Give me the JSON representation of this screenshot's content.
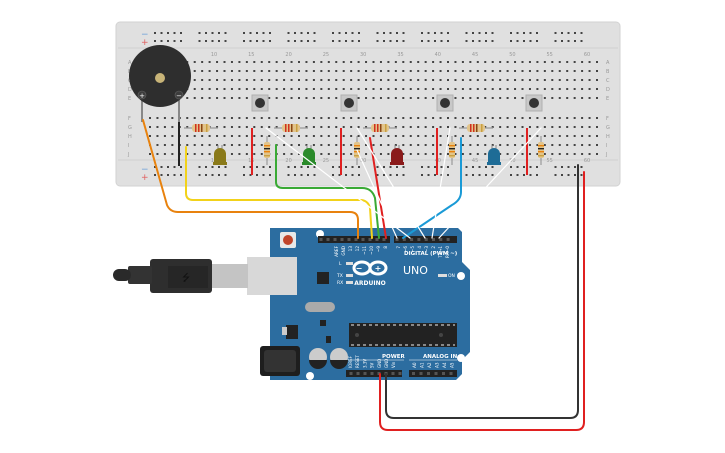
{
  "breadboard": {
    "row_letters_top": [
      "A",
      "B",
      "C",
      "D",
      "E"
    ],
    "row_letters_bottom": [
      "F",
      "G",
      "H",
      "I",
      "J"
    ],
    "column_numbers": [
      "10",
      "15",
      "20",
      "25",
      "30",
      "35",
      "40",
      "45",
      "50",
      "55",
      "60"
    ],
    "rail_minus": "−",
    "rail_plus": "+"
  },
  "buzzer": {
    "plus_label": "+",
    "minus_label": "−"
  },
  "leds": [
    {
      "name": "yellow",
      "color": "#8a7a1a"
    },
    {
      "name": "green",
      "color": "#2a8a2a"
    },
    {
      "name": "red",
      "color": "#8a1a1a"
    },
    {
      "name": "blue",
      "color": "#1e6c96"
    }
  ],
  "arduino": {
    "brand": "ARDUINO",
    "model": "UNO",
    "digital_header_label": "DIGITAL (PWM ~)",
    "digital_pins": [
      "AREF",
      "GND",
      "13",
      "12",
      "~11",
      "~10",
      "~9",
      "8",
      "7",
      "~6",
      "~5",
      "4",
      "~3",
      "2",
      "TX→1",
      "RX←0"
    ],
    "power_label": "POWER",
    "power_pins": [
      "IOREF",
      "RESET",
      "3.3V",
      "5V",
      "GND",
      "GND",
      "Vin"
    ],
    "analog_label": "ANALOG IN",
    "analog_pins": [
      "A0",
      "A1",
      "A2",
      "A3",
      "A4",
      "A5"
    ],
    "led_labels": {
      "l": "L",
      "tx": "TX",
      "rx": "RX",
      "on": "ON"
    }
  },
  "wires": {
    "orange": "#e8820e",
    "yellow": "#f2d21a",
    "green": "#3aaa35",
    "red": "#e02020",
    "blue": "#1a9ad6",
    "white": "#ffffff",
    "black": "#333333"
  }
}
